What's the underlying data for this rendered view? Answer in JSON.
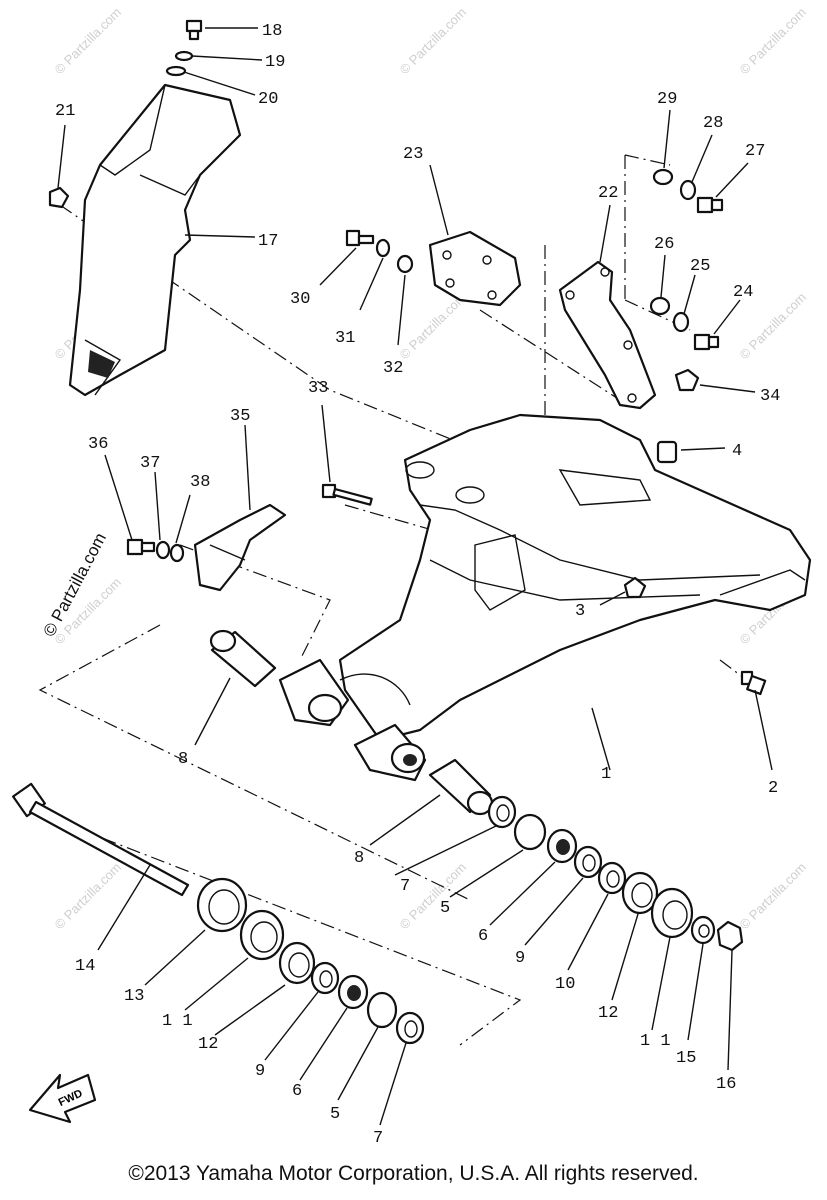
{
  "copyright": "©2013 Yamaha Motor Corporation, U.S.A. All rights reserved.",
  "side_watermark": "© Partzilla.com",
  "bg_watermark": "© Partzilla.com",
  "fwd_label": "FWD",
  "callouts": [
    {
      "id": "c1",
      "text": "1"
    },
    {
      "id": "c2",
      "text": "2"
    },
    {
      "id": "c3",
      "text": "3"
    },
    {
      "id": "c4",
      "text": "4"
    },
    {
      "id": "c5a",
      "text": "5"
    },
    {
      "id": "c5b",
      "text": "5"
    },
    {
      "id": "c6a",
      "text": "6"
    },
    {
      "id": "c6b",
      "text": "6"
    },
    {
      "id": "c7a",
      "text": "7"
    },
    {
      "id": "c7b",
      "text": "7"
    },
    {
      "id": "c8a",
      "text": "8"
    },
    {
      "id": "c8b",
      "text": "8"
    },
    {
      "id": "c9a",
      "text": "9"
    },
    {
      "id": "c9b",
      "text": "9"
    },
    {
      "id": "c10",
      "text": "10"
    },
    {
      "id": "c11a",
      "text": "1 1"
    },
    {
      "id": "c11b",
      "text": "1 1"
    },
    {
      "id": "c12a",
      "text": "12"
    },
    {
      "id": "c12b",
      "text": "12"
    },
    {
      "id": "c13",
      "text": "13"
    },
    {
      "id": "c14",
      "text": "14"
    },
    {
      "id": "c15",
      "text": "15"
    },
    {
      "id": "c16",
      "text": "16"
    },
    {
      "id": "c17",
      "text": "17"
    },
    {
      "id": "c18",
      "text": "18"
    },
    {
      "id": "c19",
      "text": "19"
    },
    {
      "id": "c20",
      "text": "20"
    },
    {
      "id": "c21",
      "text": "21"
    },
    {
      "id": "c22",
      "text": "22"
    },
    {
      "id": "c23",
      "text": "23"
    },
    {
      "id": "c24",
      "text": "24"
    },
    {
      "id": "c25",
      "text": "25"
    },
    {
      "id": "c26",
      "text": "26"
    },
    {
      "id": "c27",
      "text": "27"
    },
    {
      "id": "c28",
      "text": "28"
    },
    {
      "id": "c29",
      "text": "29"
    },
    {
      "id": "c30",
      "text": "30"
    },
    {
      "id": "c31",
      "text": "31"
    },
    {
      "id": "c32",
      "text": "32"
    },
    {
      "id": "c33",
      "text": "33"
    },
    {
      "id": "c34",
      "text": "34"
    },
    {
      "id": "c35",
      "text": "35"
    },
    {
      "id": "c36",
      "text": "36"
    },
    {
      "id": "c37",
      "text": "37"
    },
    {
      "id": "c38",
      "text": "38"
    }
  ]
}
